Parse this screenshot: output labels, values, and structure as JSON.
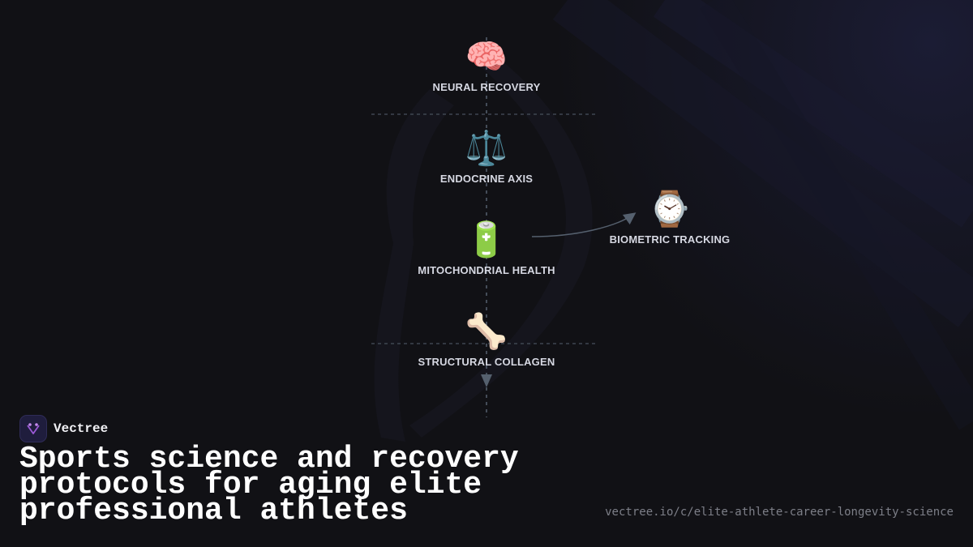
{
  "diagram": {
    "nodes": [
      {
        "label": "NEURAL RECOVERY",
        "icon": "brain-icon",
        "glyph": "🧠"
      },
      {
        "label": "ENDOCRINE AXIS",
        "icon": "balance-scale-icon",
        "glyph": "⚖️"
      },
      {
        "label": "MITOCHONDRIAL HEALTH",
        "icon": "battery-icon",
        "glyph": "🔋"
      },
      {
        "label": "STRUCTURAL COLLAGEN",
        "icon": "bone-icon",
        "glyph": "🦴"
      },
      {
        "label": "BIOMETRIC TRACKING",
        "icon": "watch-icon",
        "glyph": "⌚"
      }
    ],
    "connectors": [
      {
        "from": "MITOCHONDRIAL HEALTH",
        "to": "BIOMETRIC TRACKING"
      }
    ]
  },
  "brand": {
    "name": "Vectree",
    "logo_icon": "vectree-logo-icon"
  },
  "headline": "Sports science and recovery protocols for aging elite professional athletes",
  "url": "vectree.io/c/elite-athlete-career-longevity-science",
  "colors": {
    "background": "#111115",
    "line": "#55606e",
    "label": "#d6d8e2",
    "accent": "#9b59d6"
  }
}
